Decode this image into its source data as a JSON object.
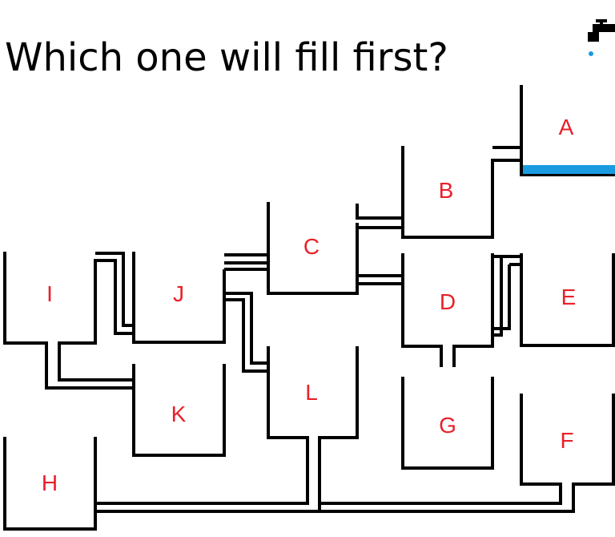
{
  "title": "Which one will fill first?",
  "colors": {
    "label": "#e8202a",
    "water": "#1a9be0",
    "line": "#000000"
  },
  "icons": {
    "tap": "faucet-icon"
  },
  "tanks": [
    {
      "id": "A",
      "label": "A"
    },
    {
      "id": "B",
      "label": "B"
    },
    {
      "id": "C",
      "label": "C"
    },
    {
      "id": "D",
      "label": "D"
    },
    {
      "id": "E",
      "label": "E"
    },
    {
      "id": "F",
      "label": "F"
    },
    {
      "id": "G",
      "label": "G"
    },
    {
      "id": "H",
      "label": "H"
    },
    {
      "id": "I",
      "label": "I"
    },
    {
      "id": "J",
      "label": "J"
    },
    {
      "id": "K",
      "label": "K"
    },
    {
      "id": "L",
      "label": "L"
    }
  ]
}
